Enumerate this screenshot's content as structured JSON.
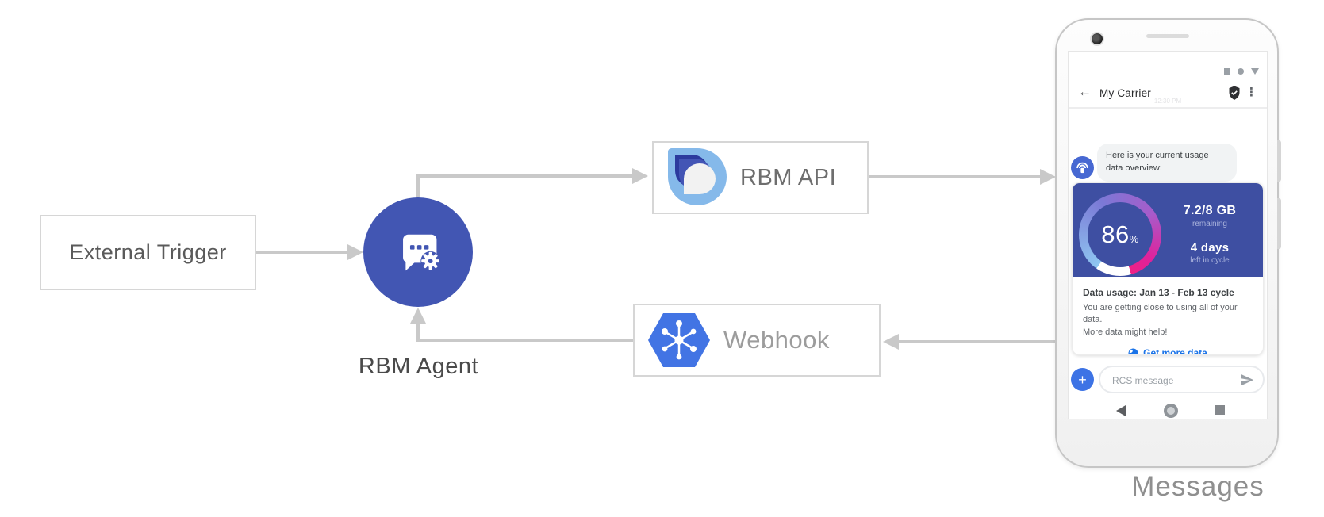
{
  "diagram": {
    "external_trigger_label": "External Trigger",
    "rbm_agent_label": "RBM Agent",
    "rbm_api_label": "RBM API",
    "webhook_label": "Webhook",
    "messages_label": "Messages"
  },
  "phone": {
    "header": {
      "back_glyph": "←",
      "title": "My Carrier",
      "menu_glyph": "⋮",
      "timestamp": "12:30 PM"
    },
    "chat": {
      "bubble_line1": "Here is your current usage",
      "bubble_line2": "data overview:"
    },
    "card": {
      "gauge_value": "86",
      "gauge_unit": "%",
      "remaining_value": "7.2/8 GB",
      "remaining_label": "remaining",
      "days_value": "4 days",
      "days_label": "left in cycle",
      "usage_title": "Data usage: Jan 13 - Feb 13 cycle",
      "usage_body_line1": "You are getting close to using all of your data.",
      "usage_body_line2": "More data might help!",
      "cta_label": "Get more data"
    },
    "composer": {
      "plus_glyph": "+",
      "placeholder": "RCS message"
    }
  },
  "colors": {
    "agent_blue": "#4256b3",
    "card_blue": "#3e4fa2",
    "link_blue": "#1a73e8",
    "hexagon_blue": "#4274e4",
    "logo_light_blue": "#85b9ea",
    "logo_dark_blue": "#2c3a9e",
    "arrow_gray": "#c9c9c9",
    "gauge_gradient": [
      "#8fc7f1",
      "#7b79d6",
      "#a75bca",
      "#ee2185"
    ]
  }
}
